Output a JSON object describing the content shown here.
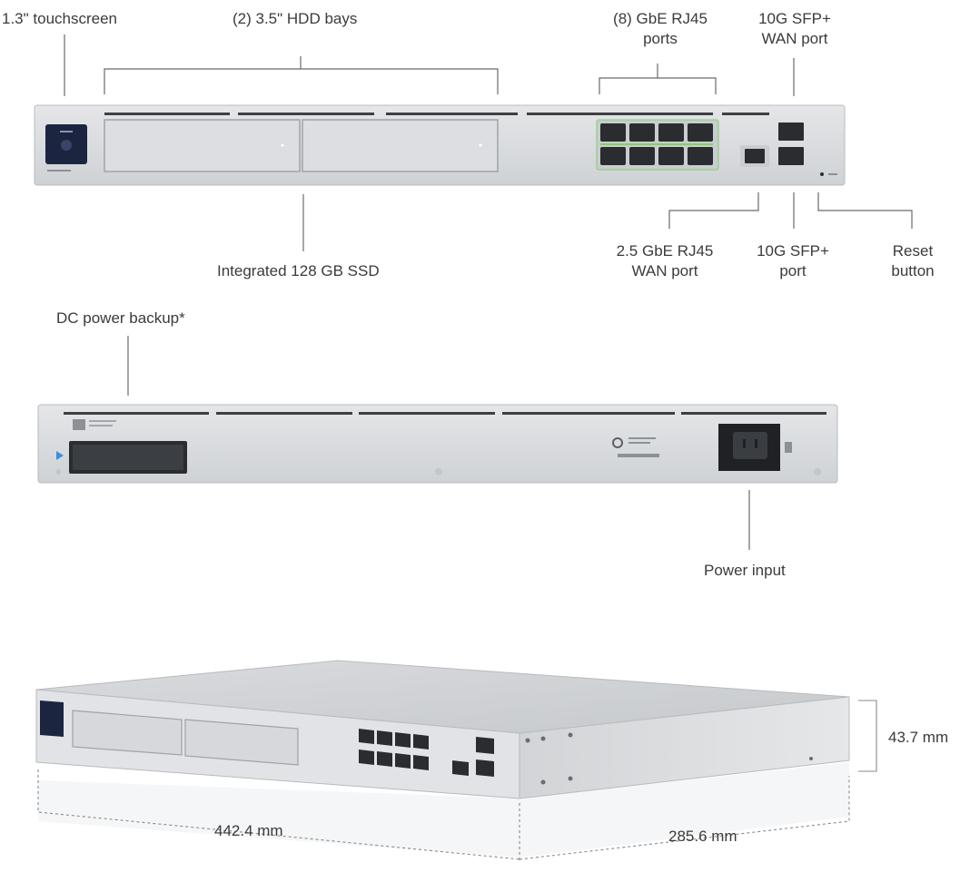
{
  "front_labels": {
    "touchscreen": "1.3\" touchscreen",
    "hdd_bays": "(2) 3.5\" HDD bays",
    "rj45_ports_line1": "(8) GbE RJ45",
    "rj45_ports_line2": "ports",
    "sfp_wan_line1": "10G SFP+",
    "sfp_wan_line2": "WAN port",
    "ssd": "Integrated 128 GB SSD",
    "wan25_line1": "2.5 GbE RJ45",
    "wan25_line2": "WAN port",
    "sfp_port_line1": "10G SFP+",
    "sfp_port_line2": "port",
    "reset_line1": "Reset",
    "reset_line2": "button"
  },
  "rear_labels": {
    "dc_backup": "DC power backup*",
    "power_input": "Power input"
  },
  "dimensions": {
    "height": "43.7 mm",
    "width": "442.4 mm",
    "depth": "285.6 mm"
  },
  "colors": {
    "chassis": "#d7d9dc",
    "chassis_dark": "#b9bcc0",
    "leader_line": "#6a6a6a",
    "port_led": "#7dd35a",
    "touchscreen": "#1c2540"
  }
}
